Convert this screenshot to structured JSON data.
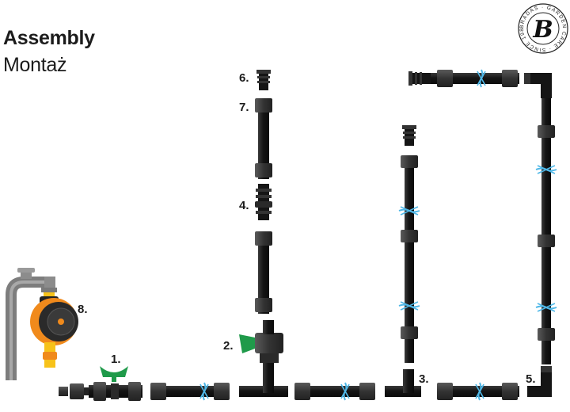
{
  "header": {
    "title": "Assembly",
    "subtitle": "Montaż"
  },
  "logo": {
    "letter": "B",
    "ring_text": "BRADAS · GARDEN CARE · SINCE 1989"
  },
  "steps": [
    {
      "label": "1."
    },
    {
      "label": "2."
    },
    {
      "label": "3."
    },
    {
      "label": "4."
    },
    {
      "label": "5."
    },
    {
      "label": "6."
    },
    {
      "label": "7."
    },
    {
      "label": "8."
    }
  ],
  "colors": {
    "pipe": "#151515",
    "connector": "#383838",
    "valve_green": "#1f9a4a",
    "timer_orange": "#f08a1c",
    "timer_yellow": "#f7c21a",
    "tap_grey": "#8a8a8a",
    "water_spray": "#4fb8e8"
  },
  "icons": [
    "water-spray-icon",
    "tap-icon",
    "water-timer-icon",
    "valve-icon",
    "tee-connector-icon",
    "elbow-connector-icon",
    "end-plug-icon"
  ]
}
